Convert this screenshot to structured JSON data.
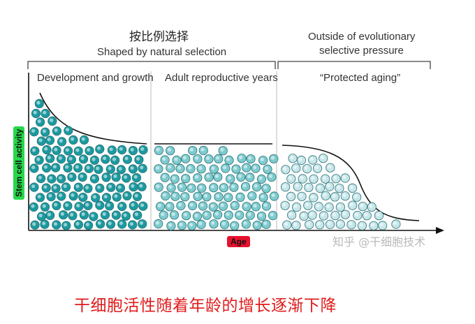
{
  "labels": {
    "top_cn": "按比例选择",
    "shaped": "Shaped by natural selection",
    "outside_line1": "Outside of evolutionary",
    "outside_line2": "selective pressure",
    "phase1": "Development and growth",
    "phase2": "Adult reproductive years",
    "phase3": "“Protected aging”",
    "y_axis": "Stem cell activity",
    "x_axis": "Age",
    "watermark": "知乎 @干细胞技术",
    "caption": "干细胞活性随着年龄的增长逐渐下降"
  },
  "colors": {
    "cell_dense": "#1a9aa0",
    "cell_medium": "#7dcbcf",
    "cell_light": "#c6e6ea",
    "y_badge": "#27d84a",
    "x_badge": "#e8112d",
    "caption": "#e01b1b"
  }
}
